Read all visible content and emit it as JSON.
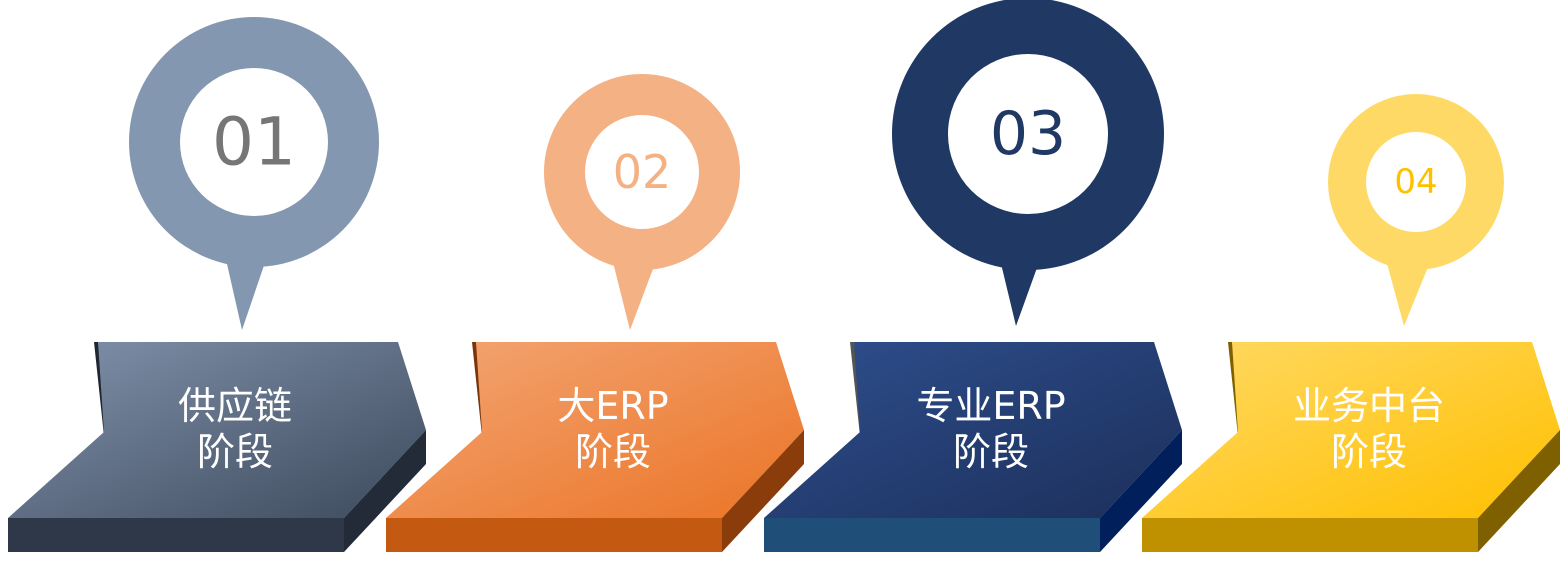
{
  "stages": [
    {
      "number": "01",
      "label_line1": "供应链",
      "label_line2": "阶段",
      "colors": {
        "pin": "#8497B0",
        "num": "#767676",
        "face_light": "#8293AC",
        "face_dark": "#3D4A5D",
        "front": "#2E3848",
        "side": "#232B38",
        "lip": "#1F2733"
      }
    },
    {
      "number": "02",
      "label_line1": "大ERP",
      "label_line2": "阶段",
      "colors": {
        "pin": "#F4B183",
        "num": "#F4B183",
        "face_light": "#F3A675",
        "face_dark": "#EB7426",
        "front": "#C45911",
        "side": "#8A3D0B",
        "lip": "#7A3609"
      }
    },
    {
      "number": "03",
      "label_line1": "专业ERP",
      "label_line2": "阶段",
      "colors": {
        "pin": "#203864",
        "num": "#203864",
        "face_light": "#2E4F8E",
        "face_dark": "#1C2F5A",
        "front": "#1F4E79",
        "side": "#001F5B",
        "lip": "#555555"
      }
    },
    {
      "number": "04",
      "label_line1": "业务中台",
      "label_line2": "阶段",
      "colors": {
        "pin": "#FFD966",
        "num": "#FFC000",
        "face_light": "#FFD966",
        "face_dark": "#FFC000",
        "front": "#BF9000",
        "side": "#7F6000",
        "lip": "#7F6000"
      }
    }
  ]
}
